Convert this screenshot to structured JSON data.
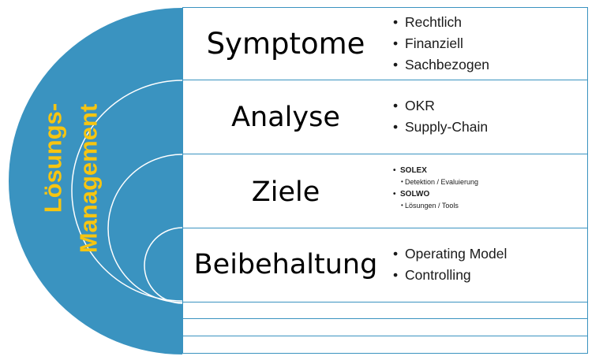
{
  "colors": {
    "arc_fill": "#3a93c0",
    "arc_rings": "#ffffff",
    "box_border": "#3a93c0",
    "side_label": "#f7c510"
  },
  "side_label": {
    "line1": "Lösungs-",
    "line2": "Management"
  },
  "stages": [
    {
      "title": "Symptome",
      "bullets": [
        "Rechtlich",
        "Finanziell",
        "Sachbezogen"
      ]
    },
    {
      "title": "Analyse",
      "bullets": [
        "OKR",
        "Supply-Chain"
      ]
    },
    {
      "title": "Ziele",
      "groups": [
        {
          "label": "SOLEX",
          "sub": "Detektion / Evaluierung"
        },
        {
          "label": "SOLWO",
          "sub": "Lösungen / Tools"
        }
      ]
    },
    {
      "title": "Beibehaltung",
      "bullets": [
        "Operating Model",
        "Controlling"
      ]
    }
  ]
}
